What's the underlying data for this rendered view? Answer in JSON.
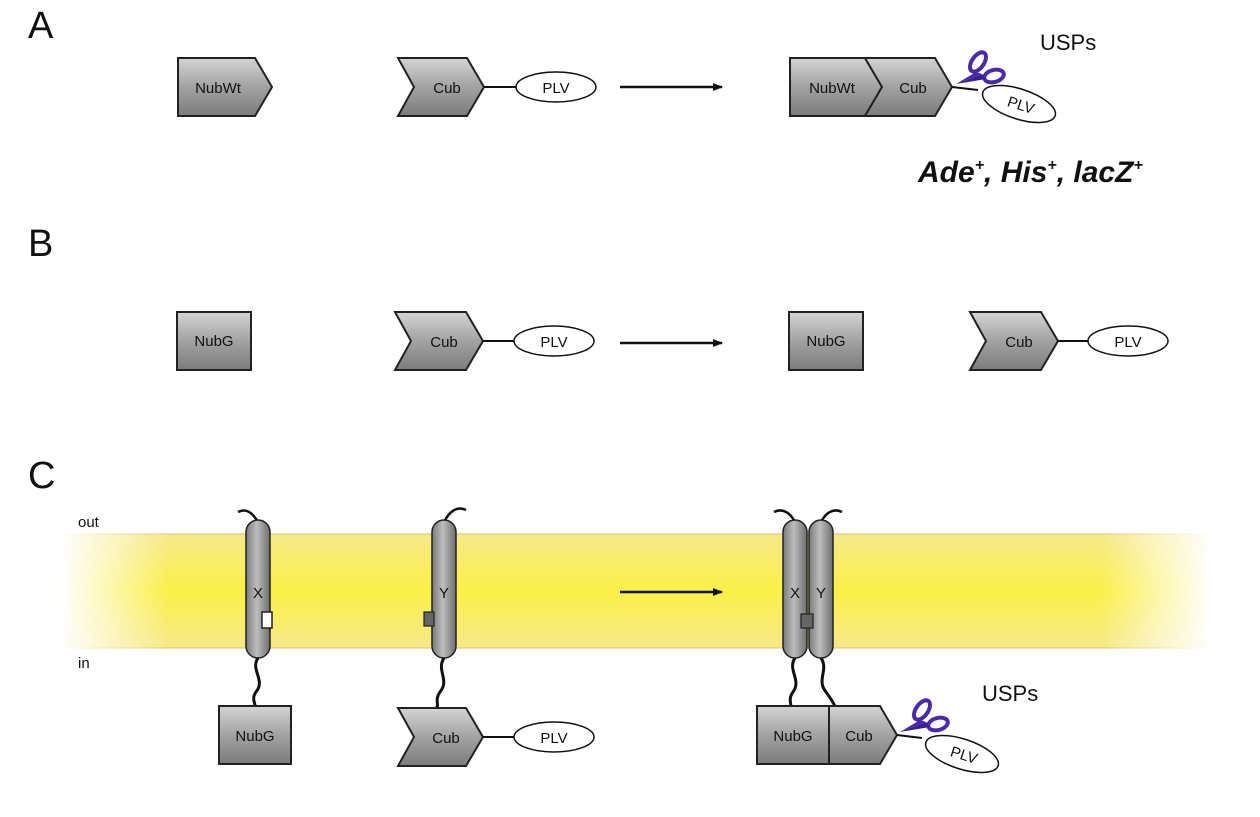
{
  "panels": {
    "a": {
      "letter": "A"
    },
    "b": {
      "letter": "B"
    },
    "c": {
      "letter": "C"
    }
  },
  "labels": {
    "nubwt": "NubWt",
    "nubg": "NubG",
    "cub": "Cub",
    "plv": "PLV",
    "usps": "USPs",
    "x": "X",
    "y": "Y",
    "out": "out",
    "in": "in"
  },
  "phenotype": {
    "ade": "Ade",
    "his": "His",
    "lacz": "lacZ",
    "plus": "+",
    "sep": ", "
  },
  "colors": {
    "box_gray": "#9a9a9a",
    "membrane_yellow": "#f7ec6e",
    "scissors_purple": "#4a2aa8"
  }
}
